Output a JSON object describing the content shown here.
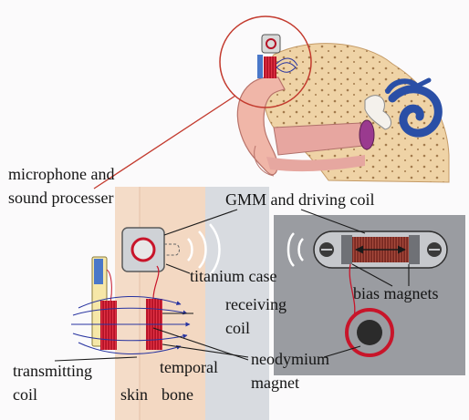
{
  "labels": {
    "microphone_line1": "microphone and",
    "microphone_line2": "sound processer",
    "gmm_coil": "GMM and driving coil",
    "titanium_case": "titanium case",
    "receiving_line1": "receiving",
    "receiving_line2": "coil",
    "bias_magnets": "bias magnets",
    "transmitting_line1": "transmitting",
    "transmitting_line2": "coil",
    "temporal_line1": "temporal",
    "temporal_line2": "bone",
    "skin": "skin",
    "neodymium_line1": "neodymium",
    "neodymium_line2": "magnet"
  },
  "colors": {
    "coil_red": "#c8152a",
    "bone_bg": "#f3d8c2",
    "panel_gray": "#9a9ca1",
    "cochlea_blue": "#2a4fa6",
    "drum_purple": "#9a3a8f",
    "bone_tan": "#e9c99a",
    "skin_pink": "#e6a7a0",
    "field_blue": "#2733a0",
    "callout_red": "#c33a2e"
  }
}
